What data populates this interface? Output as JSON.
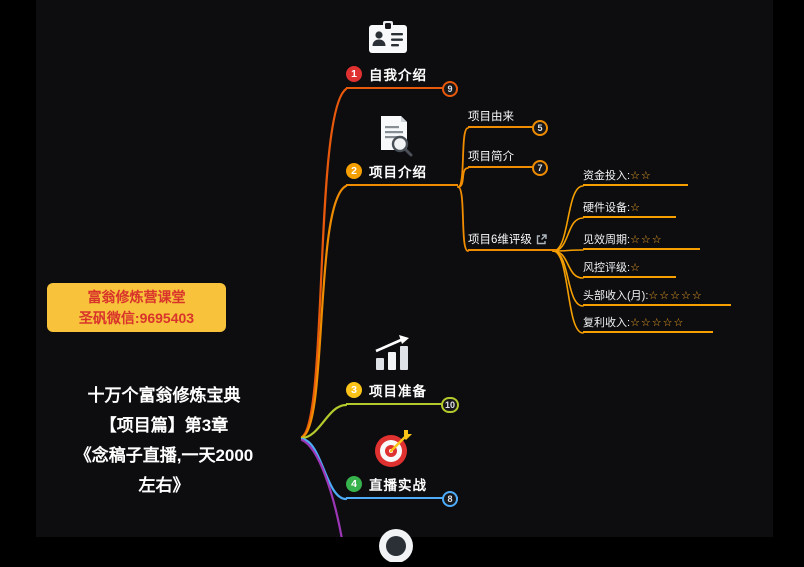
{
  "colors": {
    "canvas_bg": "#0d0d10",
    "edge_bg": "#000000",
    "branch_self_intro": "#e8590c",
    "branch_project_intro": "#f08c00",
    "branch_project_prep": "#b4c92c",
    "branch_live_practice": "#4dabf7",
    "branch_hidden": "#9c36b5",
    "rating_underline": "#f59f00",
    "stars": "#f5a623",
    "promo_bg": "#f8c33a",
    "promo_text": "#d9342b",
    "node_text": "#ffffff",
    "number_1_bg": "#e03131",
    "number_2_bg": "#f59f00",
    "number_3_bg": "#fcc419",
    "number_4_bg": "#37b24d"
  },
  "root": {
    "line1": "十万个富翁修炼宝典",
    "line2": "【项目篇】第3章",
    "line3": "《念稿子直播,一天2000",
    "line4": "左右》"
  },
  "promo": {
    "line1": "富翁修炼营课堂",
    "line2": "圣矾微信:9695403"
  },
  "branches": {
    "self_intro": {
      "number": "1",
      "label": "自我介绍",
      "badge": "9"
    },
    "project_intro": {
      "number": "2",
      "label": "项目介绍"
    },
    "project_prep": {
      "number": "3",
      "label": "项目准备",
      "badge": "10"
    },
    "live_practice": {
      "number": "4",
      "label": "直播实战",
      "badge": "8"
    }
  },
  "children": {
    "origin": {
      "label": "项目由来",
      "badge": "5"
    },
    "brief": {
      "label": "项目简介",
      "badge": "7"
    },
    "rating6": {
      "label": "项目6维评级"
    }
  },
  "ratings": [
    {
      "label": "资金投入:",
      "stars": "☆☆"
    },
    {
      "label": "硬件设备:",
      "stars": "☆"
    },
    {
      "label": "见效周期:",
      "stars": "☆☆☆"
    },
    {
      "label": "风控评级:",
      "stars": "☆"
    },
    {
      "label": "头部收入(月):",
      "stars": "☆☆☆☆☆"
    },
    {
      "label": "复利收入:",
      "stars": "☆☆☆☆☆"
    }
  ],
  "icons": {
    "self_intro": "id-card",
    "project_intro": "document-search",
    "project_prep": "bar-chart-growth",
    "live_practice": "dartboard",
    "hidden_bottom": "partial-medal",
    "rating_link": "external-link"
  }
}
